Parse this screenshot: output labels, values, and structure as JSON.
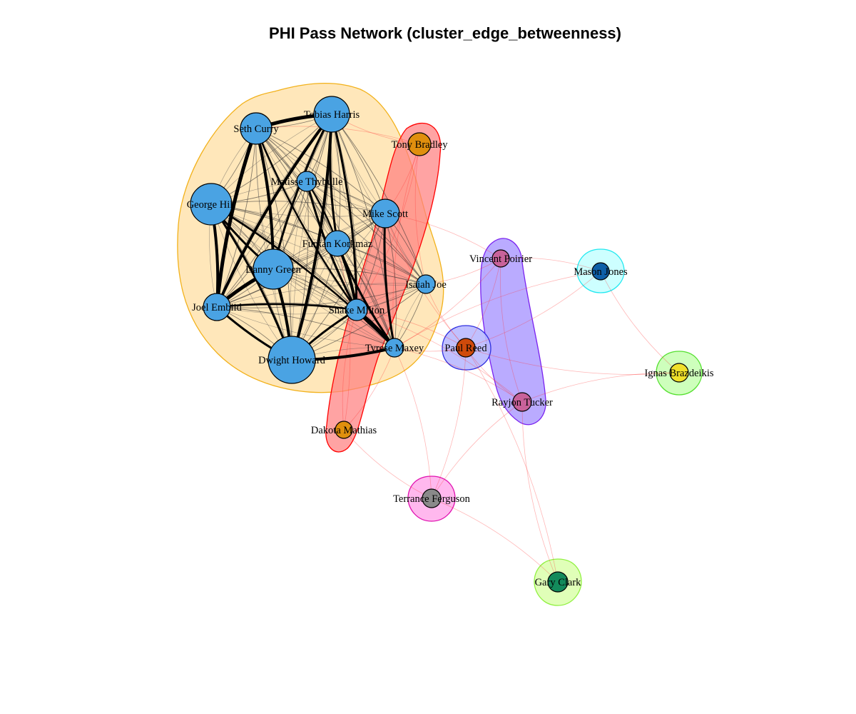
{
  "title": "PHI Pass Network (cluster_edge_betweenness)",
  "cluster_colors": {
    "c1": {
      "fill": "#ffe4b2",
      "stroke": "#f2b11a"
    },
    "c2": {
      "fill": "#ff8080",
      "stroke": "#ff0000"
    },
    "c3": {
      "fill": "#b3a2ff",
      "stroke": "#7a22f0"
    },
    "c4": {
      "fill": "#b9b9ff",
      "stroke": "#3030e0"
    },
    "c5": {
      "fill": "#c8ffff",
      "stroke": "#20e8f0"
    },
    "c6": {
      "fill": "#c9ffb5",
      "stroke": "#55e030"
    },
    "c7": {
      "fill": "#ffb0ec",
      "stroke": "#e010b0"
    },
    "c8": {
      "fill": "#ddffb0",
      "stroke": "#90f040"
    }
  },
  "nodes": [
    {
      "id": "tobias",
      "label": "Tobias Harris",
      "color": "#4aa3e3",
      "cluster": "c1"
    },
    {
      "id": "seth",
      "label": "Seth Curry",
      "color": "#4aa3e3",
      "cluster": "c1"
    },
    {
      "id": "tony",
      "label": "Tony Bradley",
      "color": "#e08f0e",
      "cluster": "c2"
    },
    {
      "id": "matisse",
      "label": "Matisse Thybulle",
      "color": "#4aa3e3",
      "cluster": "c1"
    },
    {
      "id": "george",
      "label": "George Hill",
      "color": "#4aa3e3",
      "cluster": "c1"
    },
    {
      "id": "mike",
      "label": "Mike Scott",
      "color": "#4aa3e3",
      "cluster": "c1"
    },
    {
      "id": "furkan",
      "label": "Furkan Korkmaz",
      "color": "#4aa3e3",
      "cluster": "c1"
    },
    {
      "id": "danny",
      "label": "Danny Green",
      "color": "#4aa3e3",
      "cluster": "c1"
    },
    {
      "id": "vincent",
      "label": "Vincent Poirier",
      "color": "#c8629a",
      "cluster": "c3"
    },
    {
      "id": "mason",
      "label": "Mason Jones",
      "color": "#0e5fa8",
      "cluster": "c5"
    },
    {
      "id": "isaiah",
      "label": "Isaiah Joe",
      "color": "#4aa3e3",
      "cluster": "c1"
    },
    {
      "id": "joel",
      "label": "Joel Embiid",
      "color": "#4aa3e3",
      "cluster": "c1"
    },
    {
      "id": "shake",
      "label": "Shake Milton",
      "color": "#4aa3e3",
      "cluster": "c1"
    },
    {
      "id": "tyrese",
      "label": "Tyrese Maxey",
      "color": "#4aa3e3",
      "cluster": "c1"
    },
    {
      "id": "paul",
      "label": "Paul Reed",
      "color": "#cf4a0b",
      "cluster": "c4"
    },
    {
      "id": "dwight",
      "label": "Dwight Howard",
      "color": "#4aa3e3",
      "cluster": "c1"
    },
    {
      "id": "ignas",
      "label": "Ignas Brazdeikis",
      "color": "#f0e02a",
      "cluster": "c6"
    },
    {
      "id": "rayjon",
      "label": "Rayjon Tucker",
      "color": "#c8629a",
      "cluster": "c3"
    },
    {
      "id": "dakota",
      "label": "Dakota Mathias",
      "color": "#e08f0e",
      "cluster": "c2"
    },
    {
      "id": "terrance",
      "label": "Terrance Ferguson",
      "color": "#8a8a8a",
      "cluster": "c7"
    },
    {
      "id": "gary",
      "label": "Gary Clark",
      "color": "#138a5b",
      "cluster": "c8"
    }
  ]
}
